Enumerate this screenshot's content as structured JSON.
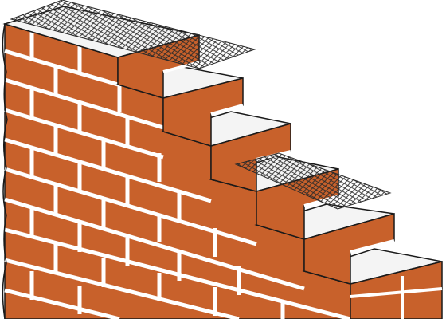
{
  "colors": {
    "brick": "#c8612b",
    "brick_dark": "#a84d1f",
    "mortar": "#ffffff",
    "top": "#f4f4f4",
    "outline": "#1a1a1a",
    "mesh": "#2a2a2a",
    "background": "#ffffff"
  },
  "elements": {
    "wall": "stepped-brick-wall",
    "reinforcement": "expanded-metal-mesh"
  },
  "courses_visible": 10,
  "mesh_strips": 2
}
